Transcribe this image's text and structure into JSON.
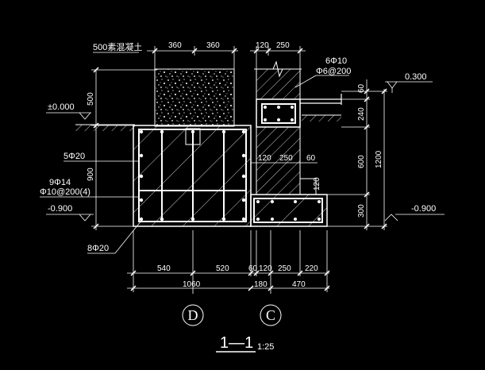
{
  "drawing": {
    "title": "1—1",
    "scale": "1:25"
  },
  "labels": {
    "plinth": "500素混凝土",
    "stirrup_right": "6Φ10",
    "stirrup_right_spacing": "Φ6@200",
    "elev_ground": "±0.000",
    "elev_top": "0.300",
    "elev_left": "-0.900",
    "elev_right": "-0.900",
    "bar_top": "5Φ20",
    "bar_side": "9Φ14",
    "stirrup_main": "Φ10@200(4)",
    "bar_bottom": "8Φ20"
  },
  "dims": {
    "top_a": "360",
    "top_b": "360",
    "top_c": "120",
    "top_d": "250",
    "left_500": "500",
    "left_900": "900",
    "mid_120": "120",
    "mid_250": "250",
    "mid_60": "60",
    "mid_120v": "120",
    "right_60": "60",
    "right_240": "240",
    "right_600": "600",
    "right_300": "300",
    "right_1200": "1200",
    "bot_540": "540",
    "bot_520": "520",
    "bot_60": "60",
    "bot_120": "120",
    "bot_250": "250",
    "bot_220": "220",
    "tot_1060": "1060",
    "tot_180": "180",
    "tot_470": "470"
  },
  "axes": {
    "d": "D",
    "c": "C"
  },
  "colors": {
    "line": "#ffffff",
    "background": "#000000"
  }
}
